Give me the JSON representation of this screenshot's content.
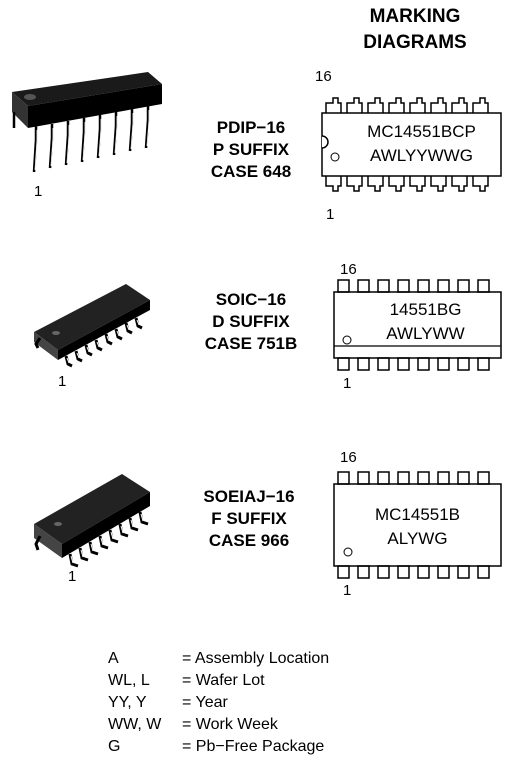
{
  "header": {
    "line1": "MARKING",
    "line2": "DIAGRAMS"
  },
  "packages": [
    {
      "name": "PDIP−16",
      "suffix": "P SUFFIX",
      "case": "CASE 648",
      "pin_top": "16",
      "pin_bottom": "1",
      "pin_package": "1",
      "marking_line1": "MC14551BCP",
      "marking_line2": "AWLYYWWG"
    },
    {
      "name": "SOIC−16",
      "suffix": "D SUFFIX",
      "case": "CASE 751B",
      "pin_top": "16",
      "pin_bottom": "1",
      "pin_package": "1",
      "marking_line1": "14551BG",
      "marking_line2": "AWLYWW"
    },
    {
      "name": "SOEIAJ−16",
      "suffix": "F SUFFIX",
      "case": "CASE 966",
      "pin_top": "16",
      "pin_bottom": "1",
      "pin_package": "1",
      "marking_line1": "MC14551B",
      "marking_line2": "ALYWG"
    }
  ],
  "legend": [
    {
      "key": "A",
      "value": "= Assembly Location"
    },
    {
      "key": "WL, L",
      "value": "= Wafer Lot"
    },
    {
      "key": "YY, Y",
      "value": "= Year"
    },
    {
      "key": "WW, W",
      "value": "= Work Week"
    },
    {
      "key": "G",
      "value": "= Pb−Free Package"
    }
  ]
}
